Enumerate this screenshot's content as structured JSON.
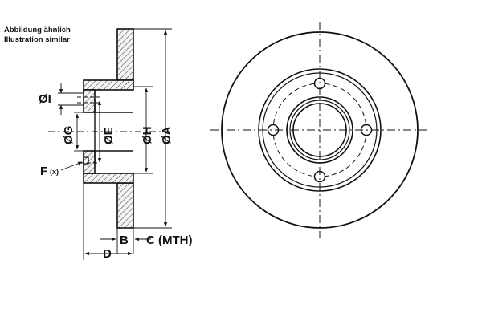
{
  "caption": {
    "de": "Abbildung ähnlich",
    "en": "Illustration similar"
  },
  "labels": {
    "dia_I": "ØI",
    "dia_G": "ØG",
    "dia_E": "ØE",
    "dia_H": "ØH",
    "dia_A": "ØA",
    "F": "F",
    "F_suffix": "(x)",
    "B": "B",
    "C": "C (MTH)",
    "D": "D"
  },
  "colors": {
    "line": "#111111",
    "hatch_bg": "#f2f2f2"
  }
}
